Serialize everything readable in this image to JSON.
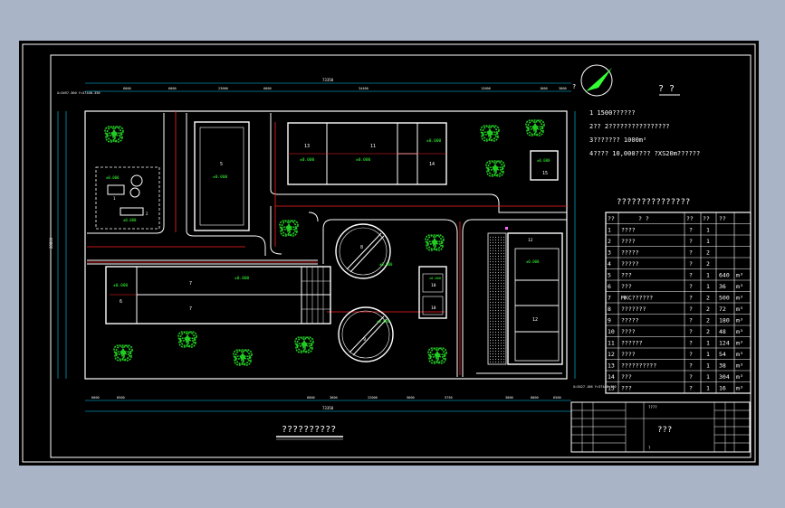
{
  "north_label": "?",
  "notes": {
    "heading": "? ?",
    "items": [
      "1 1500??????",
      "2?? 2????????????????",
      "3??????? 1000m²",
      "4???? 10,000???? ?XS20m??????"
    ]
  },
  "table": {
    "title": "???????????????",
    "headers": [
      "??",
      "? ?",
      "??",
      "??",
      "??"
    ],
    "rows": [
      {
        "no": "1",
        "name": "????",
        "unit": "?",
        "qty": "1",
        "size": "",
        "unit2": ""
      },
      {
        "no": "2",
        "name": "????",
        "unit": "?",
        "qty": "1",
        "size": "",
        "unit2": ""
      },
      {
        "no": "3",
        "name": "?????",
        "unit": "?",
        "qty": "2",
        "size": "",
        "unit2": ""
      },
      {
        "no": "4",
        "name": "?????",
        "unit": "?",
        "qty": "2",
        "size": "",
        "unit2": ""
      },
      {
        "no": "5",
        "name": "???",
        "unit": "?",
        "qty": "1",
        "size": "640",
        "unit2": "m³"
      },
      {
        "no": "6",
        "name": "???",
        "unit": "?",
        "qty": "1",
        "size": "36",
        "unit2": "m³"
      },
      {
        "no": "7",
        "name": "MKC??????",
        "unit": "?",
        "qty": "2",
        "size": "500",
        "unit2": "m³"
      },
      {
        "no": "8",
        "name": "???????",
        "unit": "?",
        "qty": "2",
        "size": "72",
        "unit2": "m³"
      },
      {
        "no": "9",
        "name": "?????",
        "unit": "?",
        "qty": "2",
        "size": "180",
        "unit2": "m³"
      },
      {
        "no": "10",
        "name": "????",
        "unit": "?",
        "qty": "2",
        "size": "48",
        "unit2": "m³"
      },
      {
        "no": "11",
        "name": "??????",
        "unit": "?",
        "qty": "1",
        "size": "124",
        "unit2": "m³"
      },
      {
        "no": "12",
        "name": "????",
        "unit": "?",
        "qty": "1",
        "size": "54",
        "unit2": "m³"
      },
      {
        "no": "13",
        "name": "??????????",
        "unit": "?",
        "qty": "1",
        "size": "38",
        "unit2": "m³"
      },
      {
        "no": "14",
        "name": "???",
        "unit": "?",
        "qty": "1",
        "size": "304",
        "unit2": "m³"
      },
      {
        "no": "15",
        "name": "???",
        "unit": "?",
        "qty": "1",
        "size": "16",
        "unit2": "m³"
      }
    ]
  },
  "drawing_title": "??????????",
  "title_block": {
    "main": "???",
    "small_a": "????",
    "small_b": "?"
  },
  "dimensions": {
    "top_total": "73350",
    "top_segments": [
      "6000",
      "6000",
      "23000",
      "6000",
      "34400",
      "12000",
      "1800",
      "3000"
    ],
    "bottom_total": "73350",
    "bottom_segments": [
      "6000",
      "8500",
      "5000",
      "6000",
      "3600",
      "22000",
      "5600",
      "5750",
      "3000",
      "8000",
      "6500"
    ],
    "left_total": "28800",
    "coord_top_left": "X=3497.360 Y=37448.350",
    "coord_bottom_right": "X=3427.106 Y=37448.350"
  },
  "buildings": [
    {
      "no": "1",
      "elev": "±0.000"
    },
    {
      "no": "2",
      "elev": "±0.000"
    },
    {
      "no": "5",
      "elev": "±0.000"
    },
    {
      "no": "6",
      "elev": "±0.000"
    },
    {
      "no": "7",
      "elev": "±0.000"
    },
    {
      "no": "8",
      "elev": "±0.000"
    },
    {
      "no": "9",
      "elev": "±0.000"
    },
    {
      "no": "10",
      "elev": "±0.000"
    },
    {
      "no": "11",
      "elev": "±0.000"
    },
    {
      "no": "12",
      "elev": "±0.000"
    },
    {
      "no": "13",
      "elev": "±0.000"
    },
    {
      "no": "14",
      "elev": "±0.000"
    },
    {
      "no": "15",
      "elev": "±0.000"
    }
  ],
  "colors": {
    "background": "#000000",
    "line": "#ffffff",
    "road": "#ff2020",
    "dimension": "#00d0ff",
    "tree": "#22cc22",
    "elevation": "#33ff33"
  }
}
